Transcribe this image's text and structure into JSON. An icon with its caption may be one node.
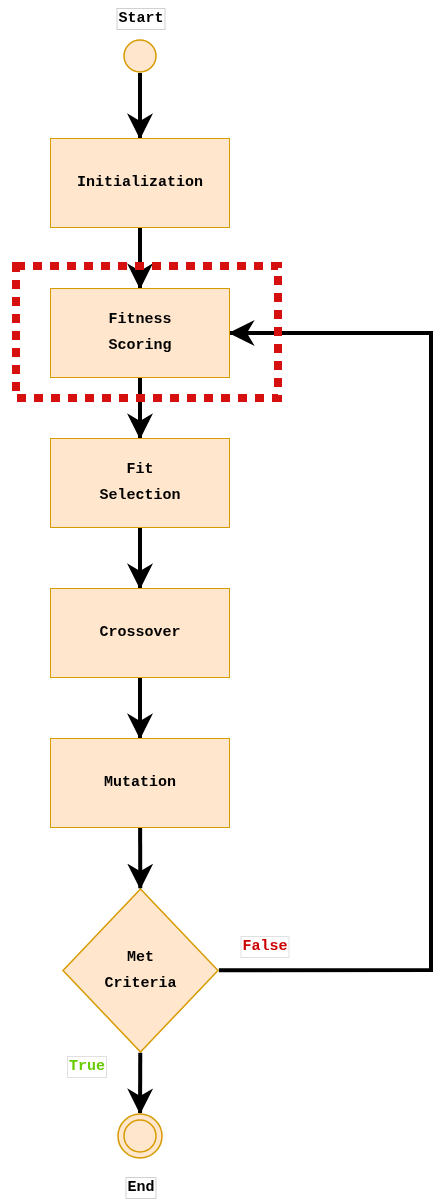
{
  "diagram": {
    "nodes": [
      {
        "text": [],
        "shape": "circle",
        "beside": [
          "Start"
        ]
      },
      {
        "text": [
          "Initialization"
        ]
      },
      {
        "text": [],
        "shape": "box"
      },
      {
        "text": [
          "Fitness Scoring"
        ],
        "in": 2
      },
      {
        "text": [
          "Fit Selection"
        ]
      },
      {
        "text": [
          "Crossover"
        ]
      },
      {
        "text": [
          "Mutation"
        ]
      },
      {
        "text": [
          "Met Criteria"
        ]
      },
      {
        "text": [],
        "shape": "circle",
        "beside": [
          "End"
        ]
      }
    ],
    "edges": [
      {
        "from": 0,
        "to": 1,
        "arrow": "to"
      },
      {
        "from": 1,
        "to": 3,
        "arrow": "to"
      },
      {
        "from": 3,
        "to": 4,
        "arrow": "to"
      },
      {
        "from": 4,
        "to": 5,
        "arrow": "to"
      },
      {
        "from": 5,
        "to": 6,
        "arrow": "to"
      },
      {
        "from": 6,
        "to": 7,
        "arrow": "to"
      },
      {
        "from": 7,
        "to": 8,
        "label": "True",
        "arrow": "to"
      },
      {
        "from": 7,
        "to": 3,
        "label": "False",
        "arrow": "to"
      }
    ]
  }
}
